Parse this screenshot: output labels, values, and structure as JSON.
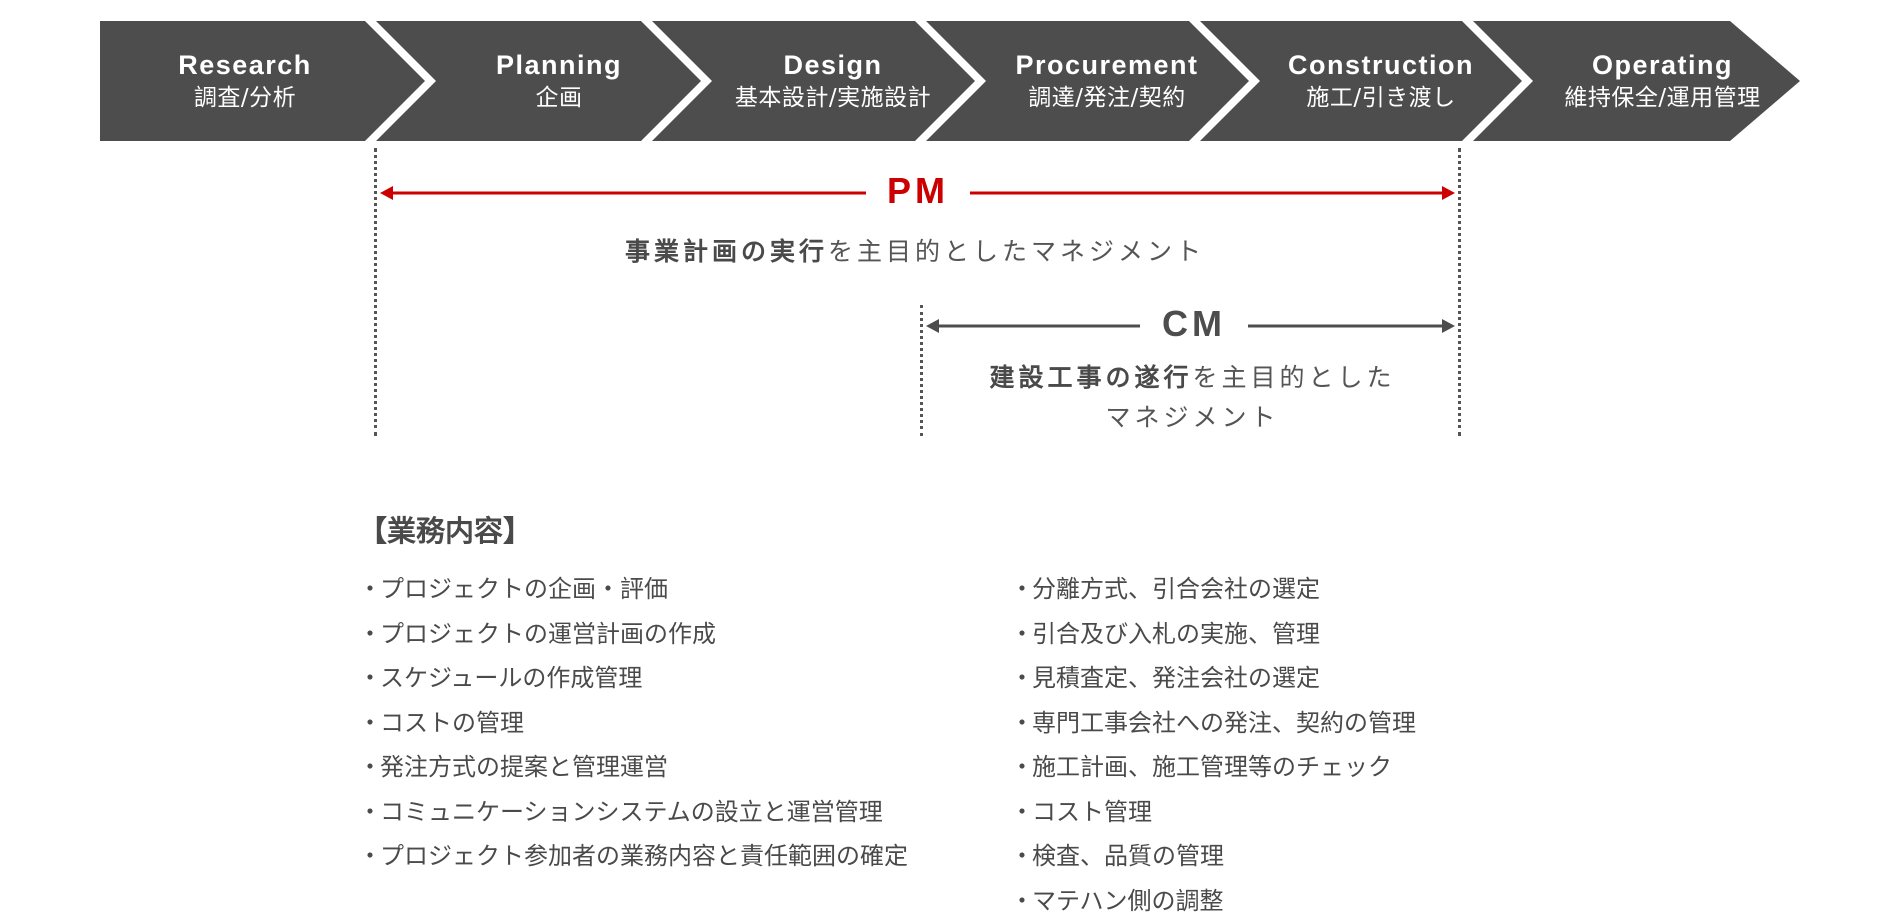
{
  "phases": [
    {
      "en": "Research",
      "ja": "調査/分析"
    },
    {
      "en": "Planning",
      "ja": "企画"
    },
    {
      "en": "Design",
      "ja": "基本設計/実施設計"
    },
    {
      "en": "Procurement",
      "ja": "調達/発注/契約"
    },
    {
      "en": "Construction",
      "ja": "施工/引き渡し"
    },
    {
      "en": "Operating",
      "ja": "維持保全/運用管理"
    }
  ],
  "pm": {
    "label": "PM",
    "desc_bold": "事業計画の実行",
    "desc_rest": "を主目的としたマネジメント",
    "color": "#cc0000"
  },
  "cm": {
    "label": "CM",
    "desc_bold": "建設工事の遂行",
    "desc_rest_line1": "を主目的とした",
    "desc_line2": "マネジメント",
    "color": "#4d4d4d"
  },
  "section": {
    "title": "【業務内容】",
    "bullet": "・",
    "left_items": [
      "プロジェクトの企画・評価",
      "プロジェクトの運営計画の作成",
      "スケジュールの作成管理",
      "コストの管理",
      "発注方式の提案と管理運営",
      "コミュニケーションシステムの設立と運営管理",
      "プロジェクト参加者の業務内容と責任範囲の確定"
    ],
    "right_items": [
      "分離方式、引合会社の選定",
      "引合及び入札の実施、管理",
      "見積査定、発注会社の選定",
      "専門工事会社への発注、契約の管理",
      "施工計画、施工管理等のチェック",
      "コスト管理",
      "検査、品質の管理",
      "マテハン側の調整"
    ]
  },
  "colors": {
    "bar": "#4d4d4d",
    "pm_red": "#cc0000",
    "text": "#4a4a4a"
  }
}
